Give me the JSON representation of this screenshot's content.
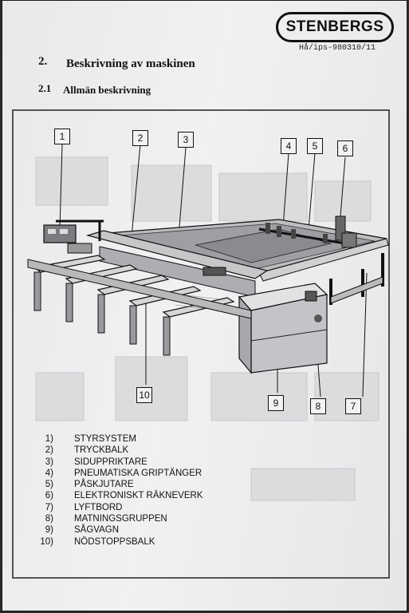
{
  "header": {
    "logo_text": "STENBERGS",
    "doc_ref": "Hå/ips-980310/11"
  },
  "section": {
    "number": "2.",
    "title": "Beskrivning av maskinen",
    "subsection_number": "2.1",
    "subsection_title": "Allmän beskrivning"
  },
  "figure": {
    "callouts": [
      "1",
      "2",
      "3",
      "4",
      "5",
      "6",
      "7",
      "8",
      "9",
      "10"
    ]
  },
  "legend": [
    {
      "num": "1)",
      "label": "STYRSYSTEM"
    },
    {
      "num": "2)",
      "label": "TRYCKBALK"
    },
    {
      "num": "3)",
      "label": "SIDUPPRIKTARE"
    },
    {
      "num": "4)",
      "label": "PNEUMATISKA GRIPTÄNGER"
    },
    {
      "num": "5)",
      "label": "PÅSKJUTARE"
    },
    {
      "num": "6)",
      "label": "ELEKTRONISKT RÄKNEVERK"
    },
    {
      "num": "7)",
      "label": "LYFTBORD"
    },
    {
      "num": "8)",
      "label": "MATNINGSGRUPPEN"
    },
    {
      "num": "9)",
      "label": "SÅGVAGN"
    },
    {
      "num": "10)",
      "label": "NÖDSTOPPSBALK"
    }
  ]
}
